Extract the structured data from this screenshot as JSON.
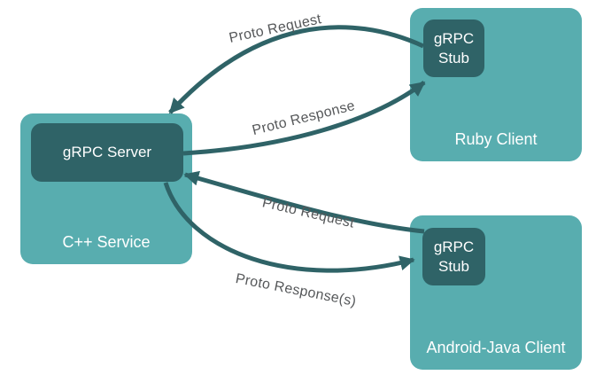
{
  "colors": {
    "background": "#ffffff",
    "client_box_fill": "#58ADAF",
    "inner_box_fill": "#2F6367",
    "arrow_stroke": "#2F6367",
    "arrow_label_text": "#56585A",
    "box_text": "#ffffff"
  },
  "nodes": {
    "cpp_service": {
      "label": "C++ Service",
      "server_label": "gRPC Server"
    },
    "ruby_client": {
      "label": "Ruby Client",
      "stub_label": "gRPC\nStub"
    },
    "android_client": {
      "label": "Android-Java Client",
      "stub_label": "gRPC\nStub"
    }
  },
  "arrows": [
    {
      "label": "Proto Request",
      "from": "Ruby Client gRPC Stub",
      "to": "gRPC Server"
    },
    {
      "label": "Proto Response",
      "from": "gRPC Server",
      "to": "Ruby Client gRPC Stub"
    },
    {
      "label": "Proto Request",
      "from": "Android-Java Client gRPC Stub",
      "to": "gRPC Server"
    },
    {
      "label": "Proto Response(s)",
      "from": "gRPC Server",
      "to": "Android-Java Client gRPC Stub"
    }
  ]
}
